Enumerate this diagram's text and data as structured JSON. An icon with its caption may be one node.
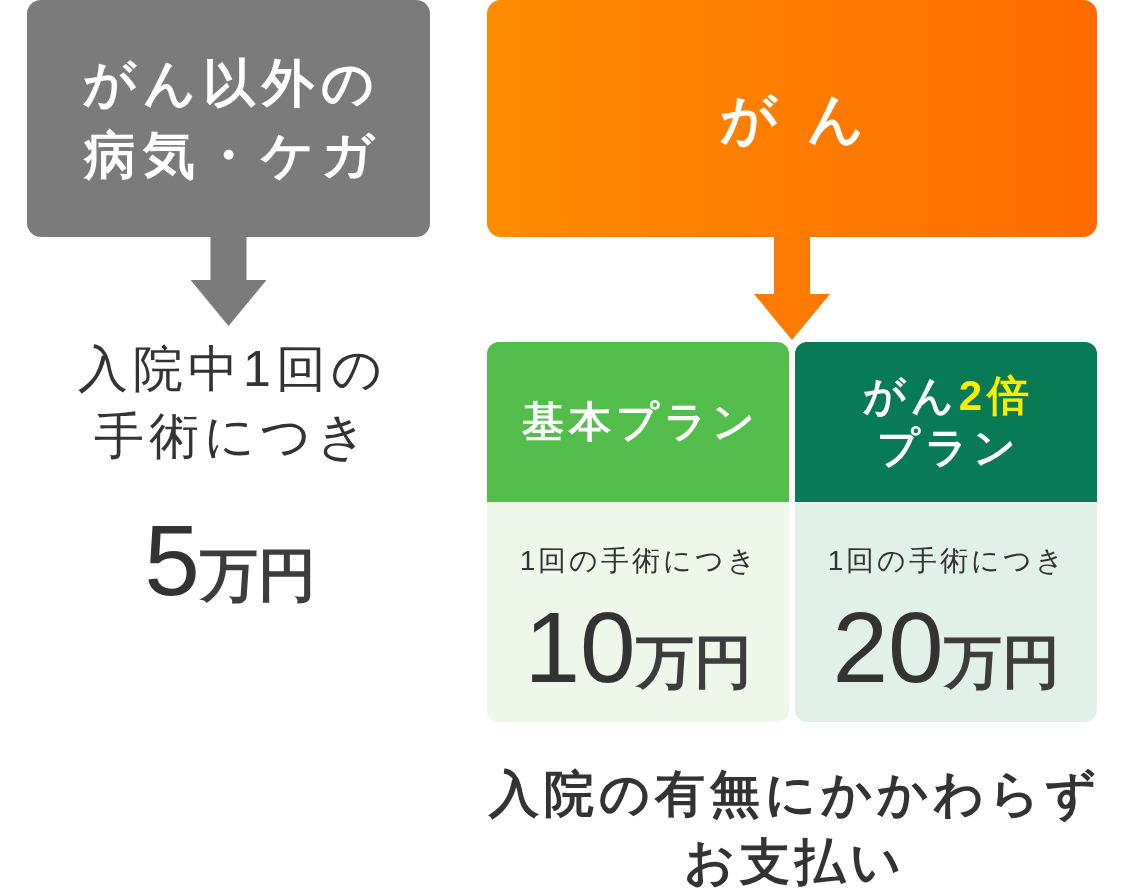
{
  "diagram": {
    "nodes": [
      {
        "text": [
          "がん以外の病気・ケガ"
        ]
      },
      {
        "text": [
          "入院中1回の手術につき",
          "5万円"
        ]
      },
      {
        "text": [
          "がん"
        ]
      },
      {
        "text": [
          "基本プラン",
          "1回の手術につき",
          "10万円"
        ]
      },
      {
        "text": [
          "がん**2倍**プラン",
          "1回の手術につき",
          "20万円"
        ]
      }
    ],
    "edges": [
      {
        "from": 0,
        "to": 1,
        "arrow": "to",
        "color": "#7b7b7b"
      },
      {
        "from": 2,
        "to": 3,
        "arrow": "to",
        "color": "#ff7a00"
      },
      {
        "from": 2,
        "to": 4,
        "arrow": "to",
        "color": "#ff7a00"
      }
    ],
    "labels": [
      "入院の有無にかかわらずお支払い"
    ]
  }
}
